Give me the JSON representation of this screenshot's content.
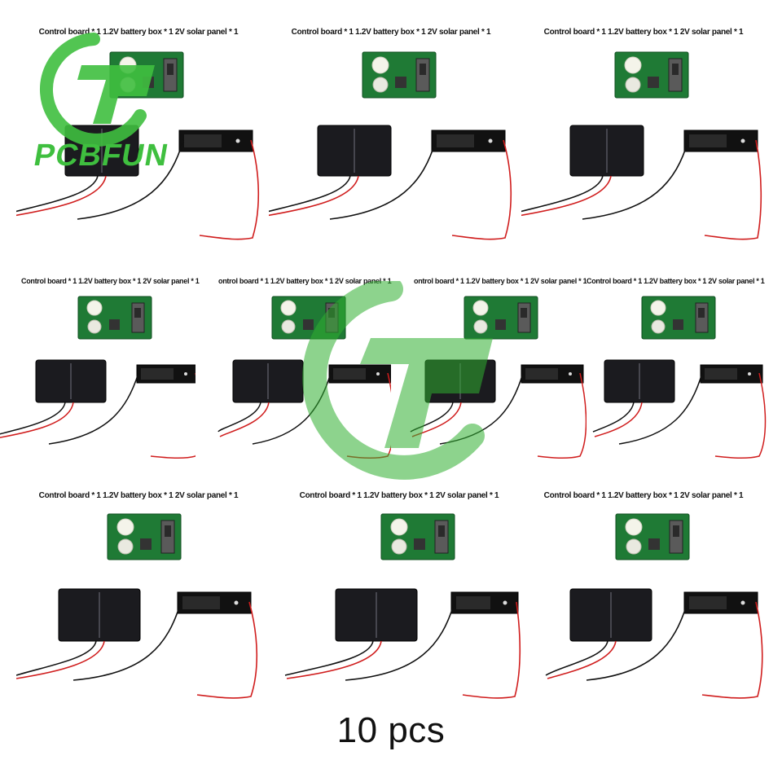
{
  "sets": [
    {
      "caption": "Control board * 1   1.2V battery box * 1   2V solar panel * 1"
    },
    {
      "caption": "Control board * 1   1.2V battery box * 1   2V solar panel * 1"
    },
    {
      "caption": "Control board * 1   1.2V battery box * 1   2V solar panel * 1"
    },
    {
      "caption": "Control board * 1   1.2V battery box * 1   2V solar panel * 1"
    },
    {
      "caption": "ontrol board * 1   1.2V battery box * 1   2V solar panel * 1"
    },
    {
      "caption": "ontrol board * 1   1.2V battery box * 1   2V solar panel * 1"
    },
    {
      "caption": "Control board * 1   1.2V battery box * 1   2V solar panel * 1"
    },
    {
      "caption": "Control board * 1   1.2V battery box * 1   2V solar panel * 1"
    },
    {
      "caption": "Control board * 1   1.2V battery box * 1   2V solar panel * 1"
    },
    {
      "caption": "Control board * 1   1.2V battery box * 1   2V solar panel * 1"
    }
  ],
  "quantity_label": "10 pcs",
  "logo": {
    "text": "PCBFUN",
    "color": "#3fbf3f"
  }
}
